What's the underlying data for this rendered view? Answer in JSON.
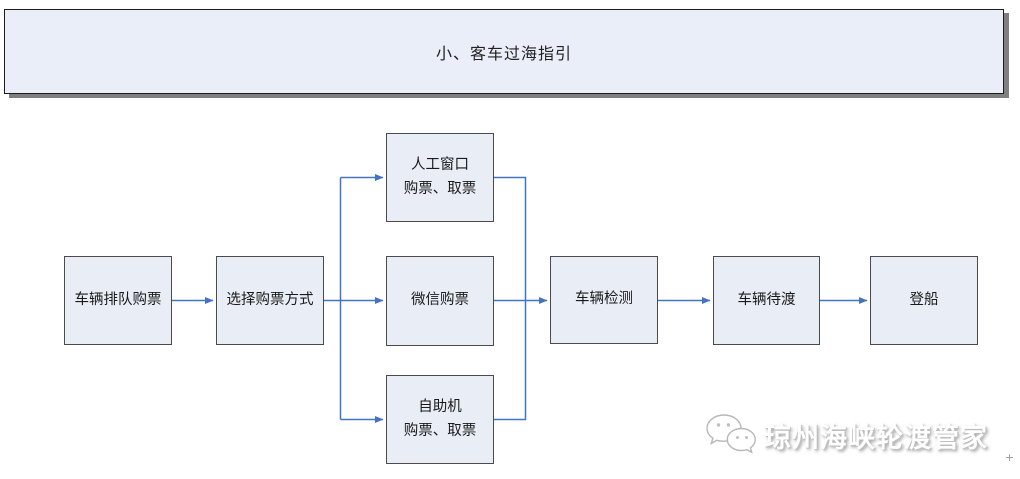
{
  "header": {
    "title": "小、客车过海指引"
  },
  "flow": {
    "nodes": [
      {
        "id": "queue",
        "label": "车辆排队购票"
      },
      {
        "id": "choose",
        "label": "选择购票方式"
      },
      {
        "id": "manual-window",
        "label": "人工窗口\n购票、取票"
      },
      {
        "id": "wechat",
        "label": "微信购票"
      },
      {
        "id": "self-service",
        "label": "自助机\n购票、取票"
      },
      {
        "id": "inspection",
        "label": "车辆检测"
      },
      {
        "id": "waiting",
        "label": "车辆待渡"
      },
      {
        "id": "boarding",
        "label": "登船"
      }
    ]
  },
  "watermark": {
    "icon": "wechat-icon",
    "text": "琼州海峡轮渡管家"
  },
  "decor": {
    "plus_mark": "+"
  },
  "colors": {
    "banner_fill": "#eaeef8",
    "node_fill": "#e9edf6",
    "node_border": "#4a4a4a",
    "arrow_blue": "#4472c4",
    "shadow_gray": "#7f7f7f",
    "background": "#ffffff"
  }
}
